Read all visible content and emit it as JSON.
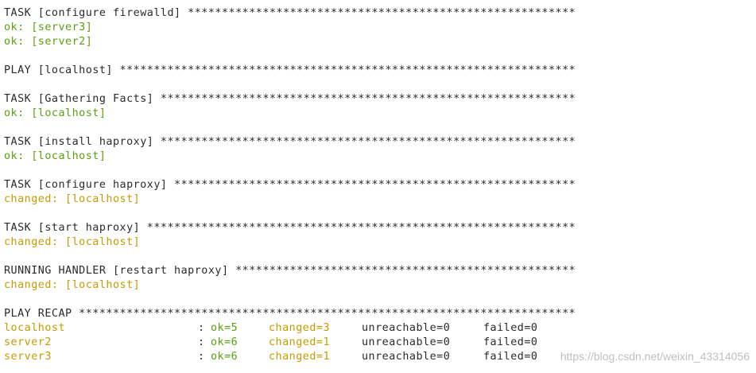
{
  "lines": [
    {
      "text": "TASK [configure firewalld] *********************************************************",
      "style": "plain"
    },
    {
      "text": "ok: [server3]",
      "style": "ok"
    },
    {
      "text": "ok: [server2]",
      "style": "ok"
    },
    {
      "text": "",
      "style": "plain"
    },
    {
      "text": "PLAY [localhost] *******************************************************************",
      "style": "plain"
    },
    {
      "text": "",
      "style": "plain"
    },
    {
      "text": "TASK [Gathering Facts] *************************************************************",
      "style": "plain"
    },
    {
      "text": "ok: [localhost]",
      "style": "ok"
    },
    {
      "text": "",
      "style": "plain"
    },
    {
      "text": "TASK [install haproxy] *************************************************************",
      "style": "plain"
    },
    {
      "text": "ok: [localhost]",
      "style": "ok"
    },
    {
      "text": "",
      "style": "plain"
    },
    {
      "text": "TASK [configure haproxy] ***********************************************************",
      "style": "plain"
    },
    {
      "text": "changed: [localhost]",
      "style": "changed"
    },
    {
      "text": "",
      "style": "plain"
    },
    {
      "text": "TASK [start haproxy] ***************************************************************",
      "style": "plain"
    },
    {
      "text": "changed: [localhost]",
      "style": "changed"
    },
    {
      "text": "",
      "style": "plain"
    },
    {
      "text": "RUNNING HANDLER [restart haproxy] **************************************************",
      "style": "plain"
    },
    {
      "text": "changed: [localhost]",
      "style": "changed"
    },
    {
      "text": "",
      "style": "plain"
    },
    {
      "text": "PLAY RECAP *************************************************************************",
      "style": "plain"
    }
  ],
  "recap": [
    {
      "host": "localhost",
      "host_style": "changed",
      "colon": ":",
      "ok": "ok=5",
      "changed": "changed=3",
      "unreachable": "unreachable=0",
      "failed": "failed=0"
    },
    {
      "host": "server2",
      "host_style": "changed",
      "colon": ":",
      "ok": "ok=6",
      "changed": "changed=1",
      "unreachable": "unreachable=0",
      "failed": "failed=0"
    },
    {
      "host": "server3",
      "host_style": "changed",
      "colon": ":",
      "ok": "ok=6",
      "changed": "changed=1",
      "unreachable": "unreachable=0",
      "failed": "failed=0"
    }
  ],
  "watermark": "https://blog.csdn.net/weixin_43314056",
  "colors": {
    "ok": "#5b9e12",
    "changed": "#c69a00",
    "text": "#2a2a2a",
    "background": "#ffffff"
  }
}
